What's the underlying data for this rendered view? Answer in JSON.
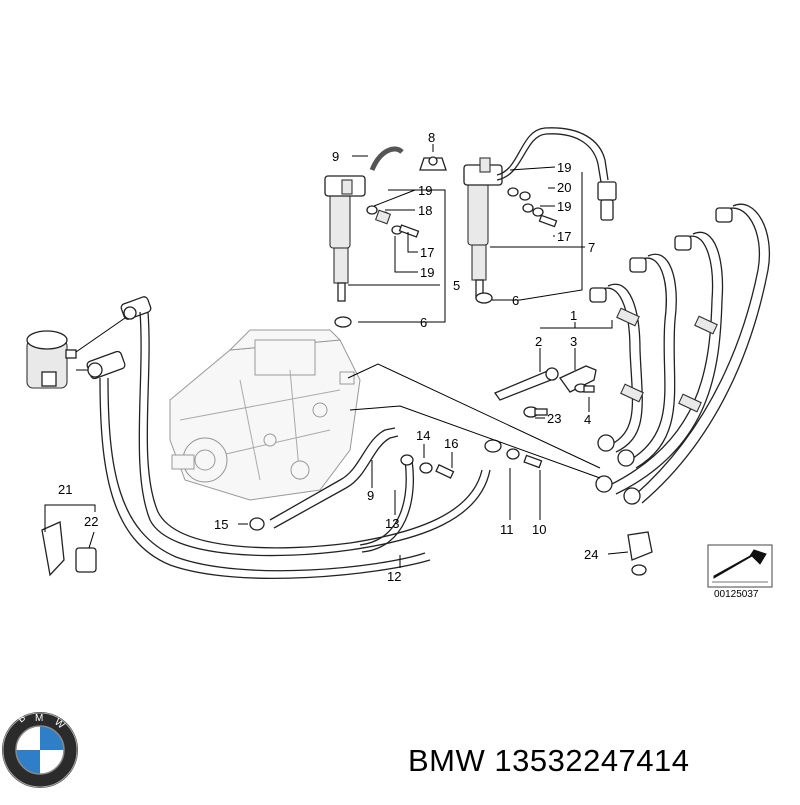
{
  "callouts": {
    "c1": "1",
    "c2": "2",
    "c3": "3",
    "c4": "4",
    "c5": "5",
    "c6a": "6",
    "c6b": "6",
    "c7": "7",
    "c8": "8",
    "c9a": "9",
    "c9b": "9",
    "c10": "10",
    "c11": "11",
    "c12": "12",
    "c13": "13",
    "c14": "14",
    "c15": "15",
    "c16": "16",
    "c17a": "17",
    "c17b": "17",
    "c18": "18",
    "c19a": "19",
    "c19b": "19",
    "c19c": "19",
    "c19d": "19",
    "c20": "20",
    "c21": "21",
    "c22": "22",
    "c23": "23",
    "c24": "24"
  },
  "diagram_ref": "00125037",
  "brand": {
    "logo_letters": "BMW",
    "caption": "BMW 13532247414"
  }
}
